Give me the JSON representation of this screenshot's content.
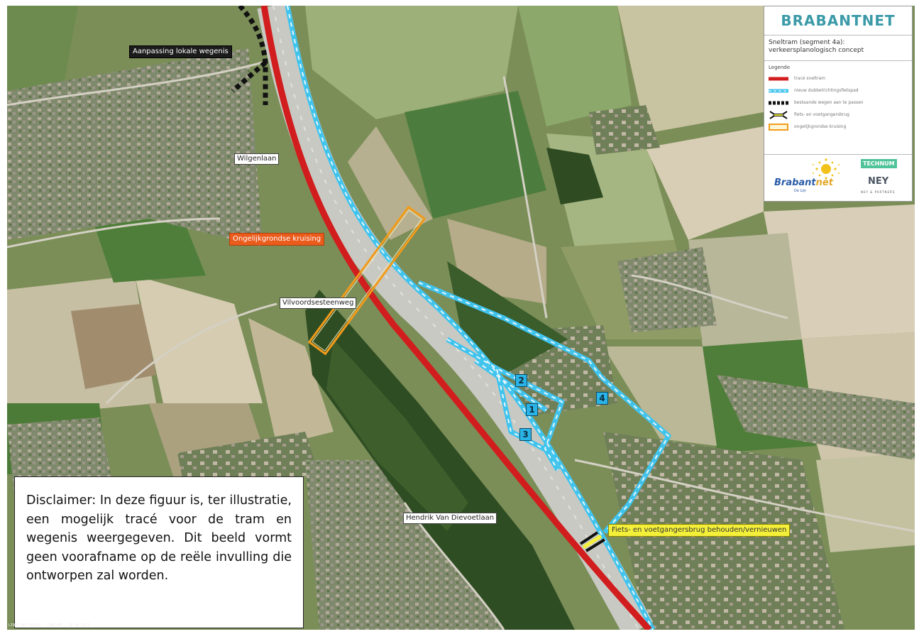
{
  "labels": {
    "aanpassing": "Aanpassing lokale wegenis",
    "wilgenlaan": "Wilgenlaan",
    "ongelijkgrondse": "Ongelijkgrondse kruising",
    "vilvoordsesteenweg": "Vilvoordsesteenweg",
    "hendrik": "Hendrik Van Dievoetlaan",
    "fietsbrug": "Fiets- en voetgangersbrug behouden/vernieuwen"
  },
  "numbers": [
    "1",
    "2",
    "3",
    "4"
  ],
  "legend": {
    "brand": "BRABANTNET",
    "project_line1": "Sneltram (segment 4a):",
    "project_line2": "verkeersplanologisch concept",
    "title": "Legende",
    "items": [
      {
        "symbol": "red-line",
        "label": "tracé sneltram"
      },
      {
        "symbol": "blue-dashed-line",
        "label": "nieuw dubbelrichtingsfietspad"
      },
      {
        "symbol": "black-dashed-line",
        "label": "bestaande wegen aan te passen"
      },
      {
        "symbol": "bridge-symbol",
        "label": "fiets- en voetgangersbrug"
      },
      {
        "symbol": "orange-box",
        "label": "ongelijkgrondse kruising"
      }
    ],
    "logo_brabantnet": "Brabant",
    "logo_brabantnet_suffix": "net",
    "logo_brabantnet_sub": "De Lijn",
    "logo_technum": "TECHNUM",
    "logo_ney": "NEY",
    "logo_ney_sub": "NEY & PARTNERS"
  },
  "disclaimer": "Disclaimer: In deze figuur is, ter illustratie, een mogelijk tracé voor de tram en wegenis weergegeven. Dit beeld vormt geen voorafname op de reële invulling die ontworpen zal worden.",
  "footer": "LINES NO.FOLDER - TUBE/BE - 20-08-2013",
  "colors": {
    "tram": "#d11d1d",
    "bike_path": "#3fc4ee",
    "local_roads": "#111111",
    "crossing_box": "#f29b1a",
    "bridge_label": "#f4f03a",
    "brand": "#3b9aa8"
  }
}
